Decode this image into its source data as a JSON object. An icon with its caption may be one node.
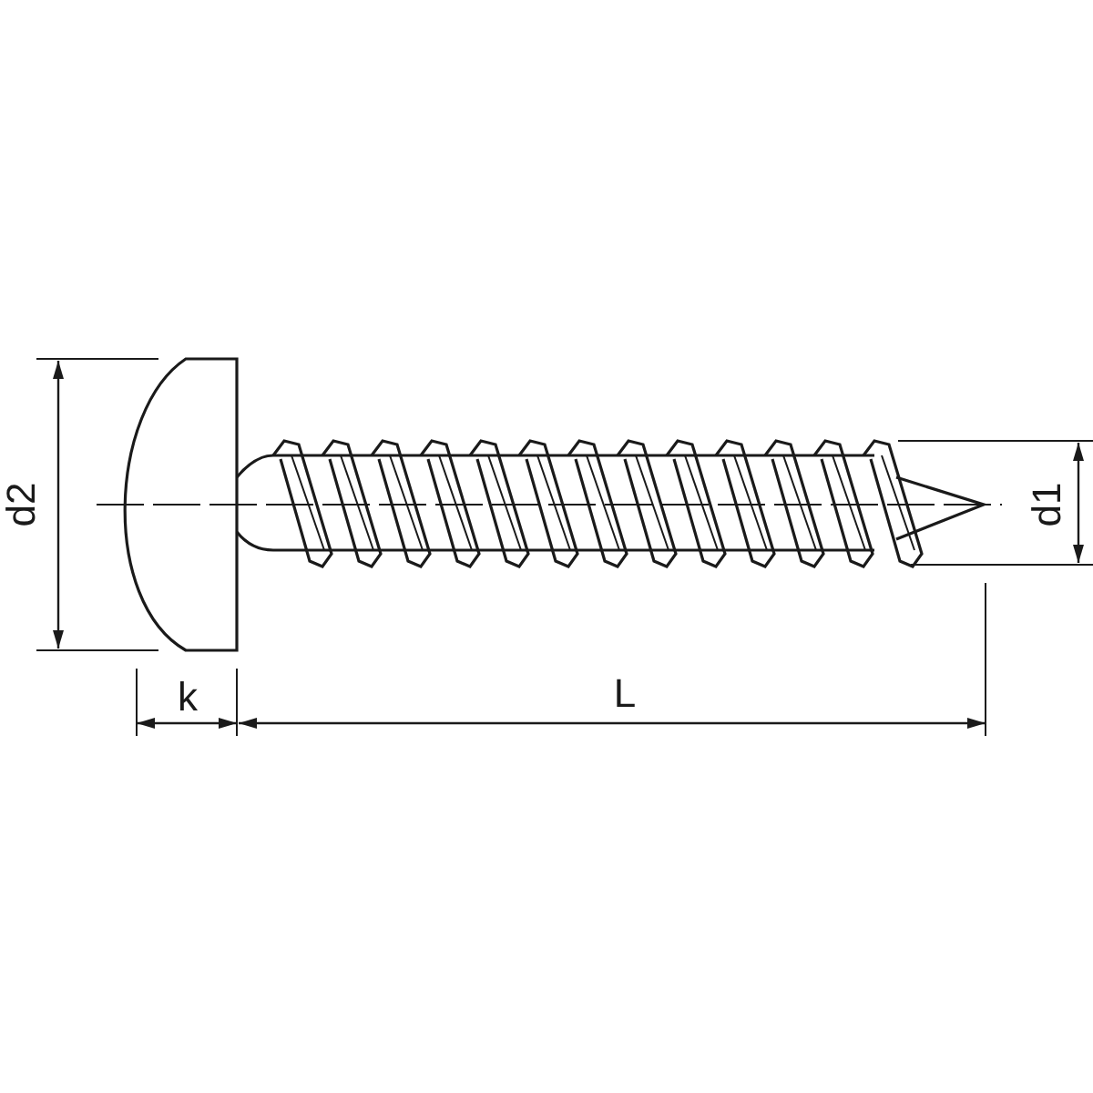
{
  "diagram": {
    "labels": [
      "d2",
      "k",
      "L",
      "d1"
    ]
  }
}
